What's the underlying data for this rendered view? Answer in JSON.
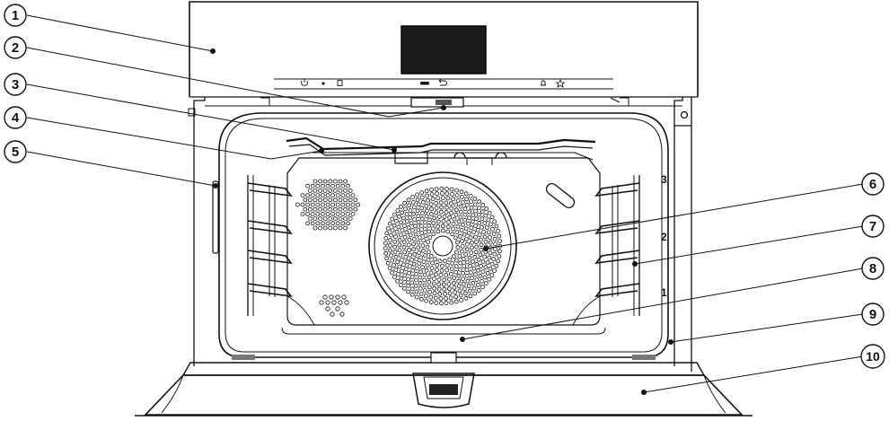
{
  "diagram": {
    "callouts": [
      "1",
      "2",
      "3",
      "4",
      "5",
      "6",
      "7",
      "8",
      "9",
      "10"
    ],
    "shelf_levels": [
      "3",
      "2",
      "1"
    ],
    "control_icons": [
      "power-icon",
      "dot-indicator-icon",
      "note-icon",
      "display-bar-icon",
      "back-arrow-icon",
      "bell-icon",
      "star-icon"
    ]
  }
}
